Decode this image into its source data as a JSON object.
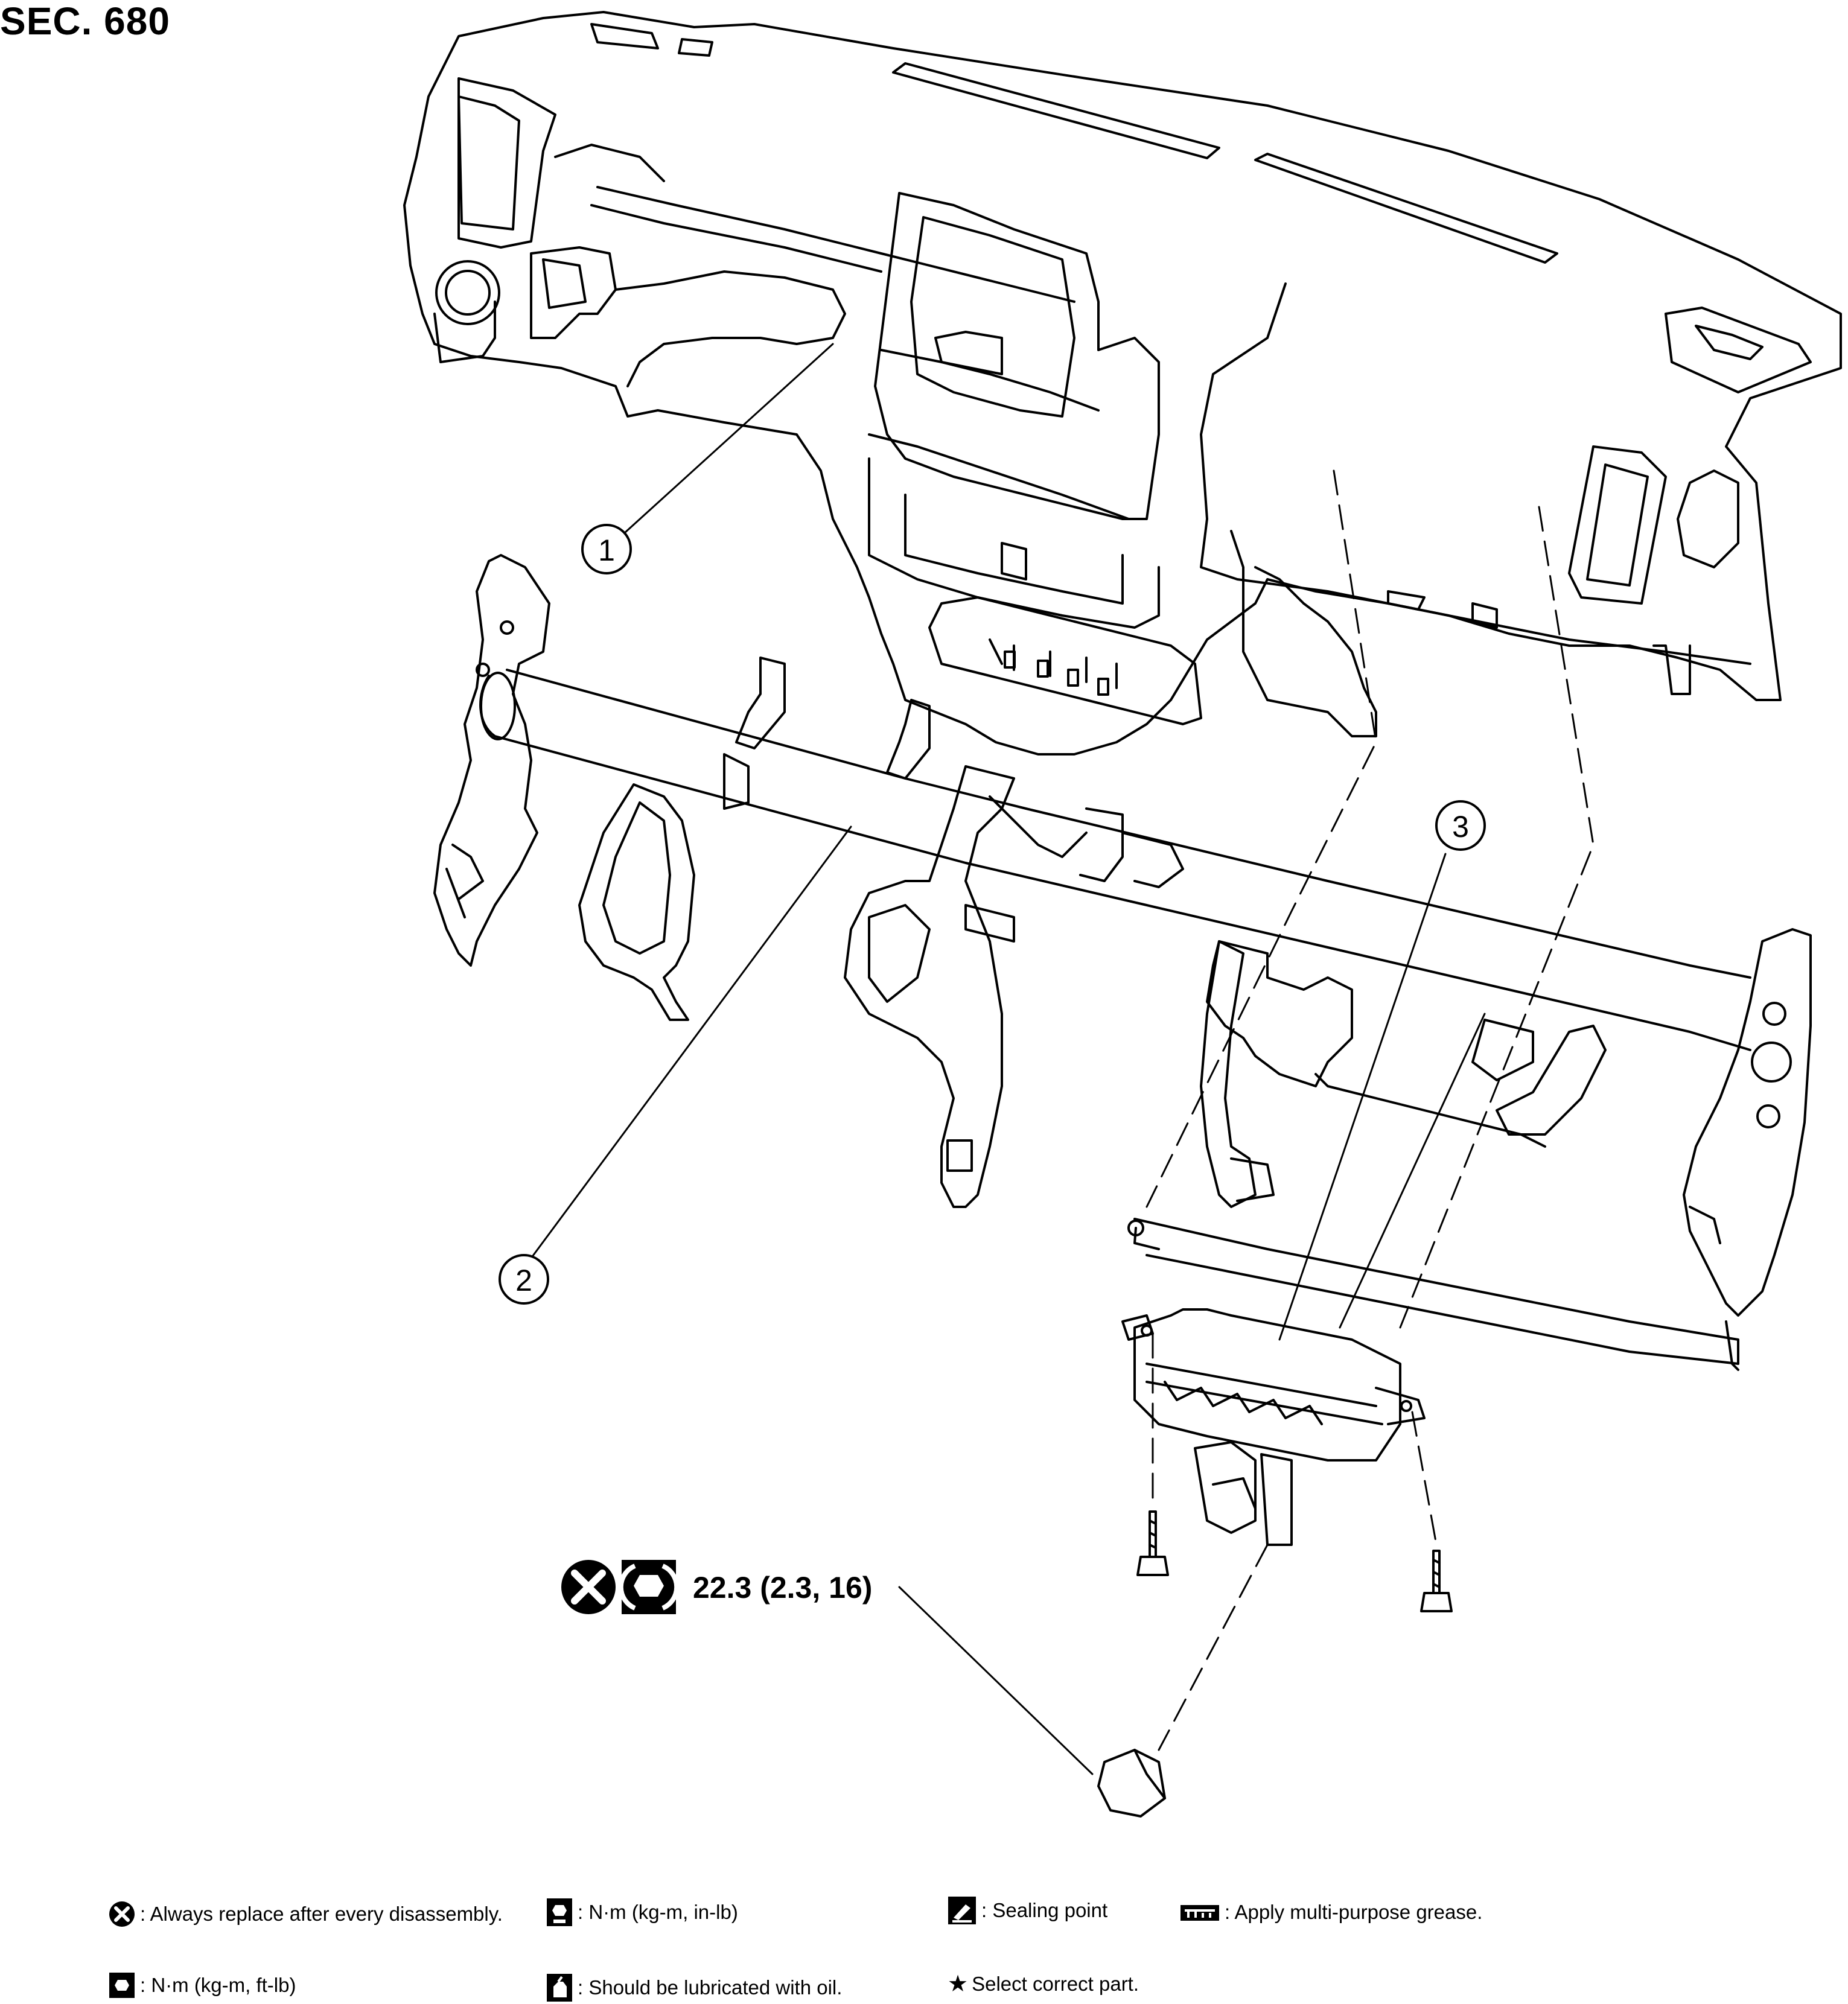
{
  "section_label": "SEC. 680",
  "callouts": [
    {
      "id": "1",
      "label": "1"
    },
    {
      "id": "2",
      "label": "2"
    },
    {
      "id": "3",
      "label": "3"
    }
  ],
  "torque_spec": "22.3 (2.3, 16)",
  "icons": {
    "replace": "always-replace-icon",
    "torque_ftlb": "torque-wrench-icon",
    "torque_inlb": "torque-wrench-inlb-icon",
    "oil": "oil-can-icon",
    "sealing": "sealing-point-icon",
    "grease": "grease-icon",
    "star": "star-icon"
  },
  "legend": {
    "replace": ": Always replace after every disassembly.",
    "torque_ftlb": ": N·m (kg-m, ft-lb)",
    "torque_inlb": ": N·m (kg-m, in-lb)",
    "oil": ": Should be lubricated with oil.",
    "sealing": ": Sealing point",
    "star_symbol": "★",
    "star": "Select correct part.",
    "grease": ": Apply multi-purpose grease."
  }
}
